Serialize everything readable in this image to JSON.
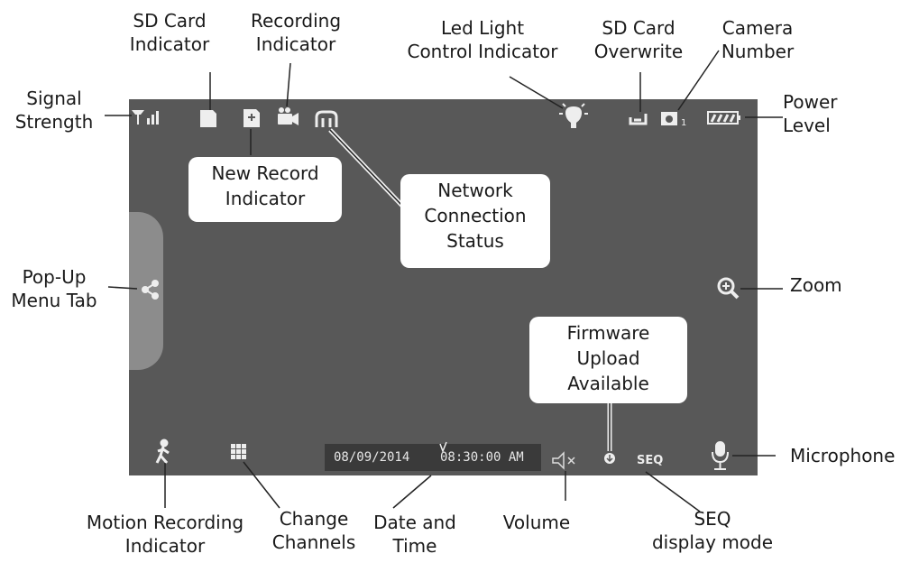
{
  "screen": {
    "date": "08/09/2014",
    "time": "08:30:00 AM",
    "seq_text": "SEQ",
    "camera_number": "1"
  },
  "labels": {
    "sd_card_indicator": [
      "SD Card",
      "Indicator"
    ],
    "recording_indicator": [
      "Recording",
      "Indicator"
    ],
    "led_light_control_indicator": [
      "Led Light",
      "Control Indicator"
    ],
    "sd_card_overwrite": [
      "SD Card",
      "Overwrite"
    ],
    "camera_number": [
      "Camera",
      "Number"
    ],
    "signal_strength": [
      "Signal",
      "Strength"
    ],
    "power_level": [
      "Power",
      "Level"
    ],
    "new_record_indicator": [
      "New Record",
      "Indicator"
    ],
    "network_connection_status": [
      "Network",
      "Connection",
      "Status"
    ],
    "popup_menu_tab": [
      "Pop-Up",
      "Menu Tab"
    ],
    "zoom": [
      "Zoom"
    ],
    "firmware_upload_available": [
      "Firmware",
      "Upload",
      "Available"
    ],
    "microphone": [
      "Microphone"
    ],
    "motion_recording_indicator": [
      "Motion Recording",
      "Indicator"
    ],
    "change_channels": [
      "Change",
      "Channels"
    ],
    "date_and_time": [
      "Date and",
      "Time"
    ],
    "volume": [
      "Volume"
    ],
    "seq_display_mode": [
      "SEQ",
      "display mode"
    ]
  },
  "colors": {
    "screen_bg": "#585858",
    "icon": "#eeeeee",
    "bubble": "#ffffff",
    "leader_line": "#222222"
  }
}
